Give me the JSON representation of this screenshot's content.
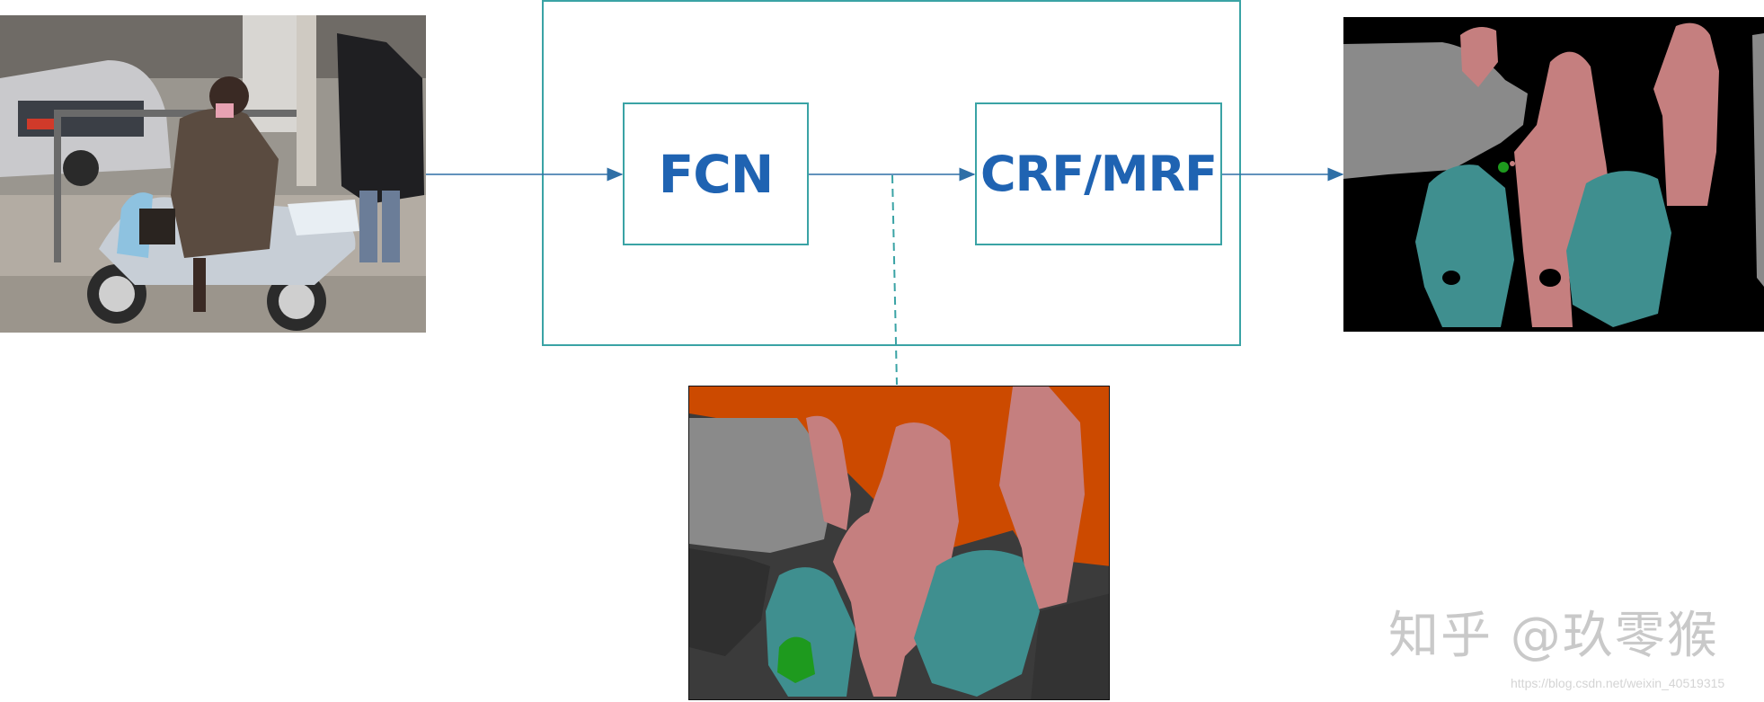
{
  "diagram": {
    "fcn_label": "FCN",
    "crf_label": "CRF/MRF"
  },
  "watermark": {
    "main": "知乎 @玖零猴",
    "url": "https://blog.csdn.net/weixin_40519315"
  },
  "colors": {
    "frame": "#3aa3a5",
    "label": "#1f63b2",
    "arrow": "#2f6fa6",
    "seg_person": "#c57f7f",
    "seg_motorbike": "#3f8f8f",
    "seg_car": "#8a8a8a",
    "seg_bus": "#cc4a00",
    "seg_plant": "#1e9a1e",
    "seg_background": "#000000"
  }
}
